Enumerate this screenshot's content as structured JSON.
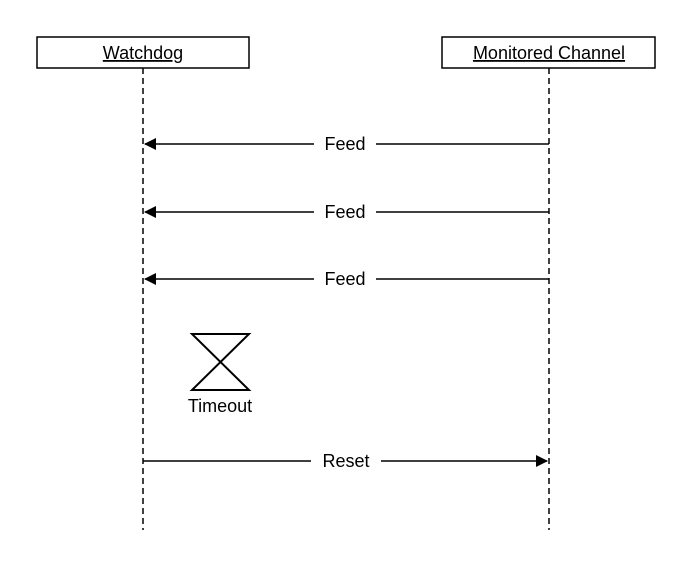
{
  "lifelines": {
    "left": {
      "label": "Watchdog"
    },
    "right": {
      "label": "Monitored Channel"
    }
  },
  "messages": [
    {
      "label": "Feed",
      "from": "Monitored Channel",
      "to": "Watchdog"
    },
    {
      "label": "Feed",
      "from": "Monitored Channel",
      "to": "Watchdog"
    },
    {
      "label": "Feed",
      "from": "Monitored Channel",
      "to": "Watchdog"
    },
    {
      "label": "Reset",
      "from": "Watchdog",
      "to": "Monitored Channel"
    }
  ],
  "timer": {
    "label": "Timeout",
    "icon": "hourglass-icon"
  },
  "colors": {
    "stroke": "#000000",
    "background": "#ffffff"
  }
}
